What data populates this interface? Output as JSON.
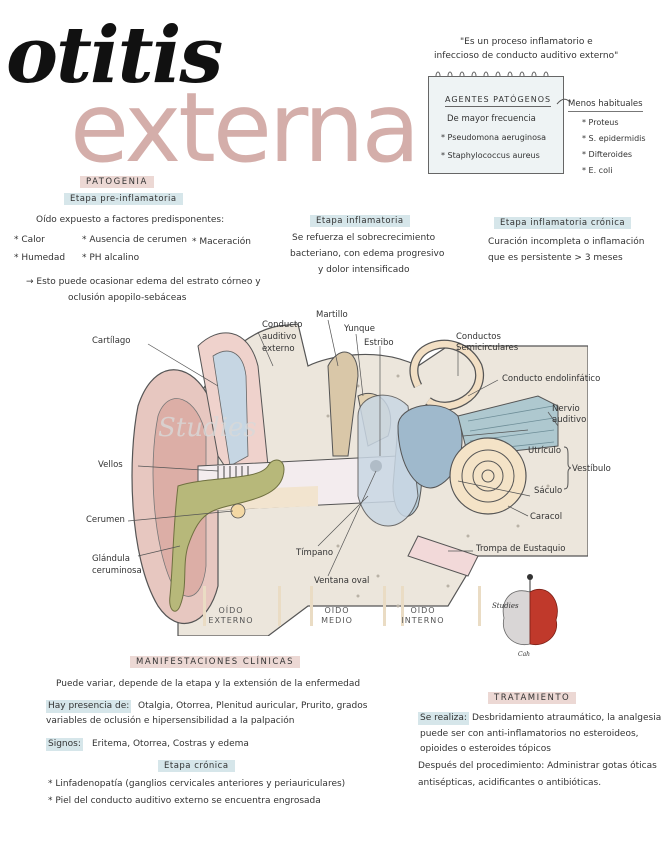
{
  "title": {
    "line1": "otitis",
    "line2": "externa"
  },
  "quote": {
    "line1": "\"Es un proceso inflamatorio e",
    "line2": "infeccioso de conducto auditivo externo\""
  },
  "agents": {
    "header": "AGENTES PATÓGENOS",
    "subtitle": "De mayor frecuencia",
    "items": [
      "* Pseudomona aeruginosa",
      "* Staphylococcus aureus"
    ]
  },
  "less_common": {
    "header": "Menos habituales",
    "items": [
      "* Proteus",
      "* S. epidermidis",
      "* Difteroides",
      "* E. coli"
    ]
  },
  "pathogenesis": {
    "header": "PATOGENIA",
    "stage1": {
      "label": "Etapa pre-inflamatoria",
      "intro": "Oído expuesto a factores predisponentes:",
      "factors": [
        "* Calor",
        "* Ausencia de cerumen",
        "* Maceración",
        "* Humedad",
        "* PH alcalino"
      ],
      "note1": "→ Esto puede ocasionar edema del estrato córneo y",
      "note2": "oclusión apopilo-sebáceas"
    },
    "stage2": {
      "label": "Etapa inflamatoria",
      "line1": "Se refuerza el sobrecrecimiento",
      "line2": "bacteriano, con edema progresivo",
      "line3": "y dolor intensificado"
    },
    "stage3": {
      "label": "Etapa inflamatoria crónica",
      "line1": "Curación incompleta o inflamación",
      "line2": "que es persistente > 3 meses"
    }
  },
  "diagram": {
    "watermark": "Studies",
    "labels": {
      "cartilago": "Cartílago",
      "conducto1": "Conducto",
      "conducto2": "auditivo",
      "conducto3": "externo",
      "martillo": "Martillo",
      "yunque": "Yunque",
      "estribo": "Estribo",
      "conductos1": "Conductos",
      "conductos2": "Semicirculares",
      "endolinfatico": "Conducto endolinfático",
      "nervio1": "Nervio",
      "nervio2": "auditivo",
      "vellos": "Vellos",
      "utriculo": "Utrículo",
      "vestibulo": "Vestíbulo",
      "saculo": "Sáculo",
      "cerumen": "Cerumen",
      "caracol": "Caracol",
      "glandula1": "Glándula",
      "glandula2": "ceruminosa",
      "timpano": "Tímpano",
      "eustaquio": "Trompa de Eustaquio",
      "ventana": "Ventana oval"
    },
    "zones": [
      {
        "line1": "OÍDO",
        "line2": "EXTERNO"
      },
      {
        "line1": "OÍDO",
        "line2": "MEDIO"
      },
      {
        "line1": "OÍDO",
        "line2": "INTERNO"
      }
    ]
  },
  "logo": {
    "left": "Studies",
    "right": "Cah"
  },
  "clinical": {
    "header": "MANIFESTACIONES CLÍNICAS",
    "line1": "Puede variar, depende de la etapa y la extensión de la enfermedad",
    "hay_label": "Hay presencia de:",
    "hay_text": "Otalgia, Otorrea, Plenitud auricular, Prurito, grados",
    "hay_text2": "variables de oclusión e hipersensibilidad a la palpación",
    "signs_label": "Signos:",
    "signs_text": "Eritema, Otorrea, Costras y edema",
    "chronic_label": "Etapa crónica",
    "chronic_items": [
      "* Linfadenopatía (ganglios cervicales anteriores y periauriculares)",
      "* Piel del conducto auditivo externo se encuentra engrosada"
    ]
  },
  "treatment": {
    "header": "TRATAMIENTO",
    "label": "Se realiza:",
    "line1": "Desbridamiento atraumático, la analgesia",
    "line2": "puede ser con anti-inflamatorios no esteroideos,",
    "line3": "opioides o esteroides tópicos",
    "line4": "Después del procedimiento: Administrar gotas óticas",
    "line5": "antisépticas, acidificantes o antibióticas."
  }
}
